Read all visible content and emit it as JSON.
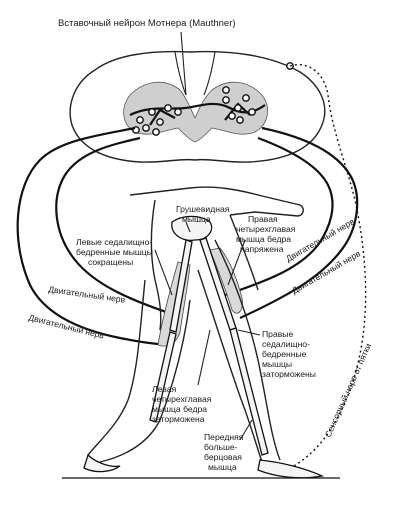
{
  "title": "Вставочный нейрон Мотнера (Mauthner)",
  "labels": {
    "gluteal": [
      "Грушевидная",
      "мышца"
    ],
    "right_quad": [
      "Правая",
      "четырехглавая",
      "мышца бедра",
      "напряжена"
    ],
    "left_hamstrings": [
      "Левые седалищно-",
      "бедренные мышцы",
      "сокращены"
    ],
    "motor_nerve_left_1": "Двигательный нерв",
    "motor_nerve_left_2": "Двигательный нерв",
    "motor_nerve_right_1": "Двигательный нерв",
    "motor_nerve_right_2": "Двигательный нерв",
    "right_hamstrings": [
      "Правые",
      "седалищно-",
      "бедренные",
      "мышцы",
      "заторможены"
    ],
    "left_quad": [
      "Левая",
      "четырехглавая",
      "мышца бедра",
      "заторможена"
    ],
    "tibialis": [
      "Передняя",
      "больше-",
      "берцовая",
      "мышца"
    ],
    "sensory_nerve": "Сенсорный нерв от пятки"
  }
}
